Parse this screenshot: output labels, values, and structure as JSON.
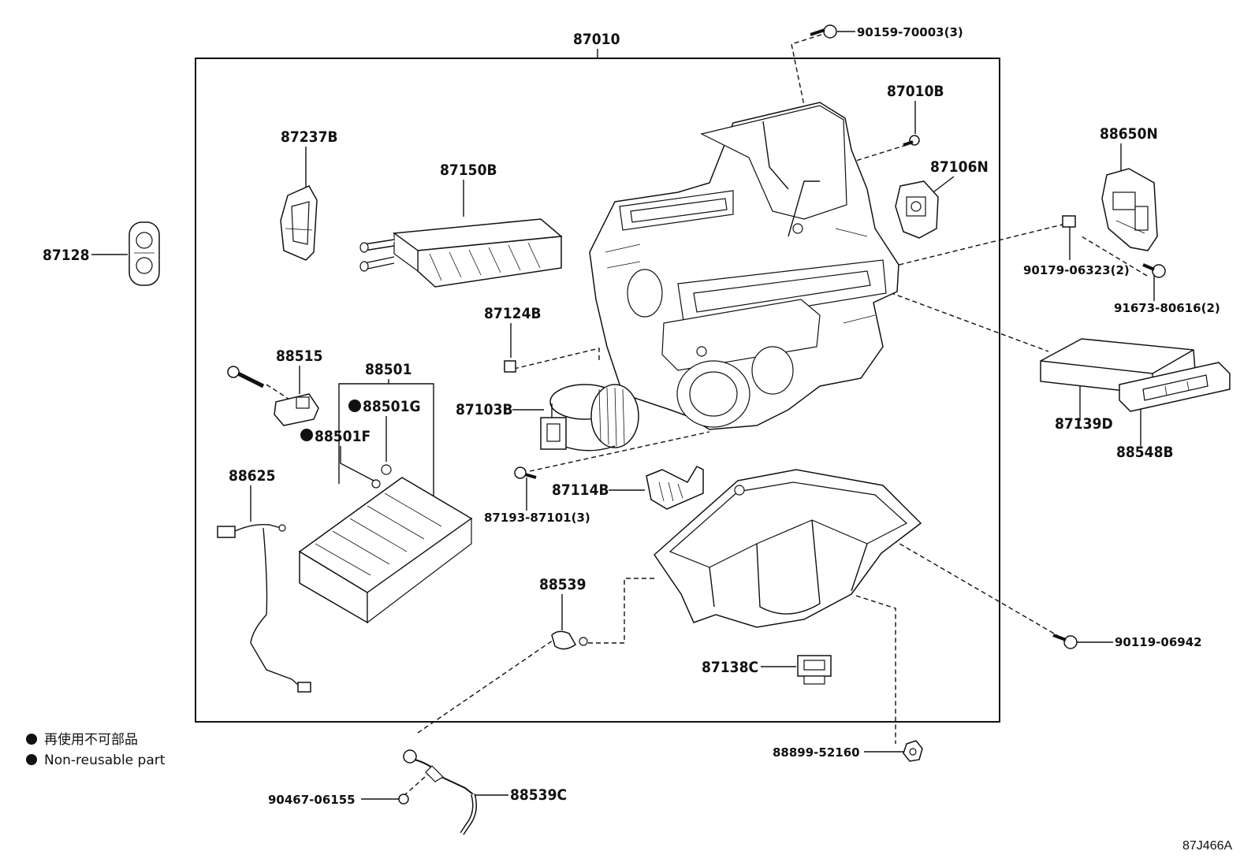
{
  "labels": {
    "p87010": "87010",
    "p90159": "90159-70003(3)",
    "p87010B": "87010B",
    "p87237B": "87237B",
    "p87150B": "87150B",
    "p87106N": "87106N",
    "p88650N": "88650N",
    "p87128": "87128",
    "p90179": "90179-06323(2)",
    "p91673": "91673-80616(2)",
    "p87124B": "87124B",
    "p88515": "88515",
    "p88501": "88501",
    "p88501G": "88501G",
    "p88501F": "88501F",
    "p87103B": "87103B",
    "p87139D": "87139D",
    "p88548B": "88548B",
    "p88625": "88625",
    "p87114B": "87114B",
    "p87193": "87193-87101(3)",
    "p88539": "88539",
    "p90119": "90119-06942",
    "p87138C": "87138C",
    "p88899": "88899-52160",
    "p90467": "90467-06155",
    "p88539C": "88539C"
  },
  "legend": {
    "line1": "再使用不可部品",
    "line2": "Non-reusable part"
  },
  "diagram_code": "87J466A"
}
